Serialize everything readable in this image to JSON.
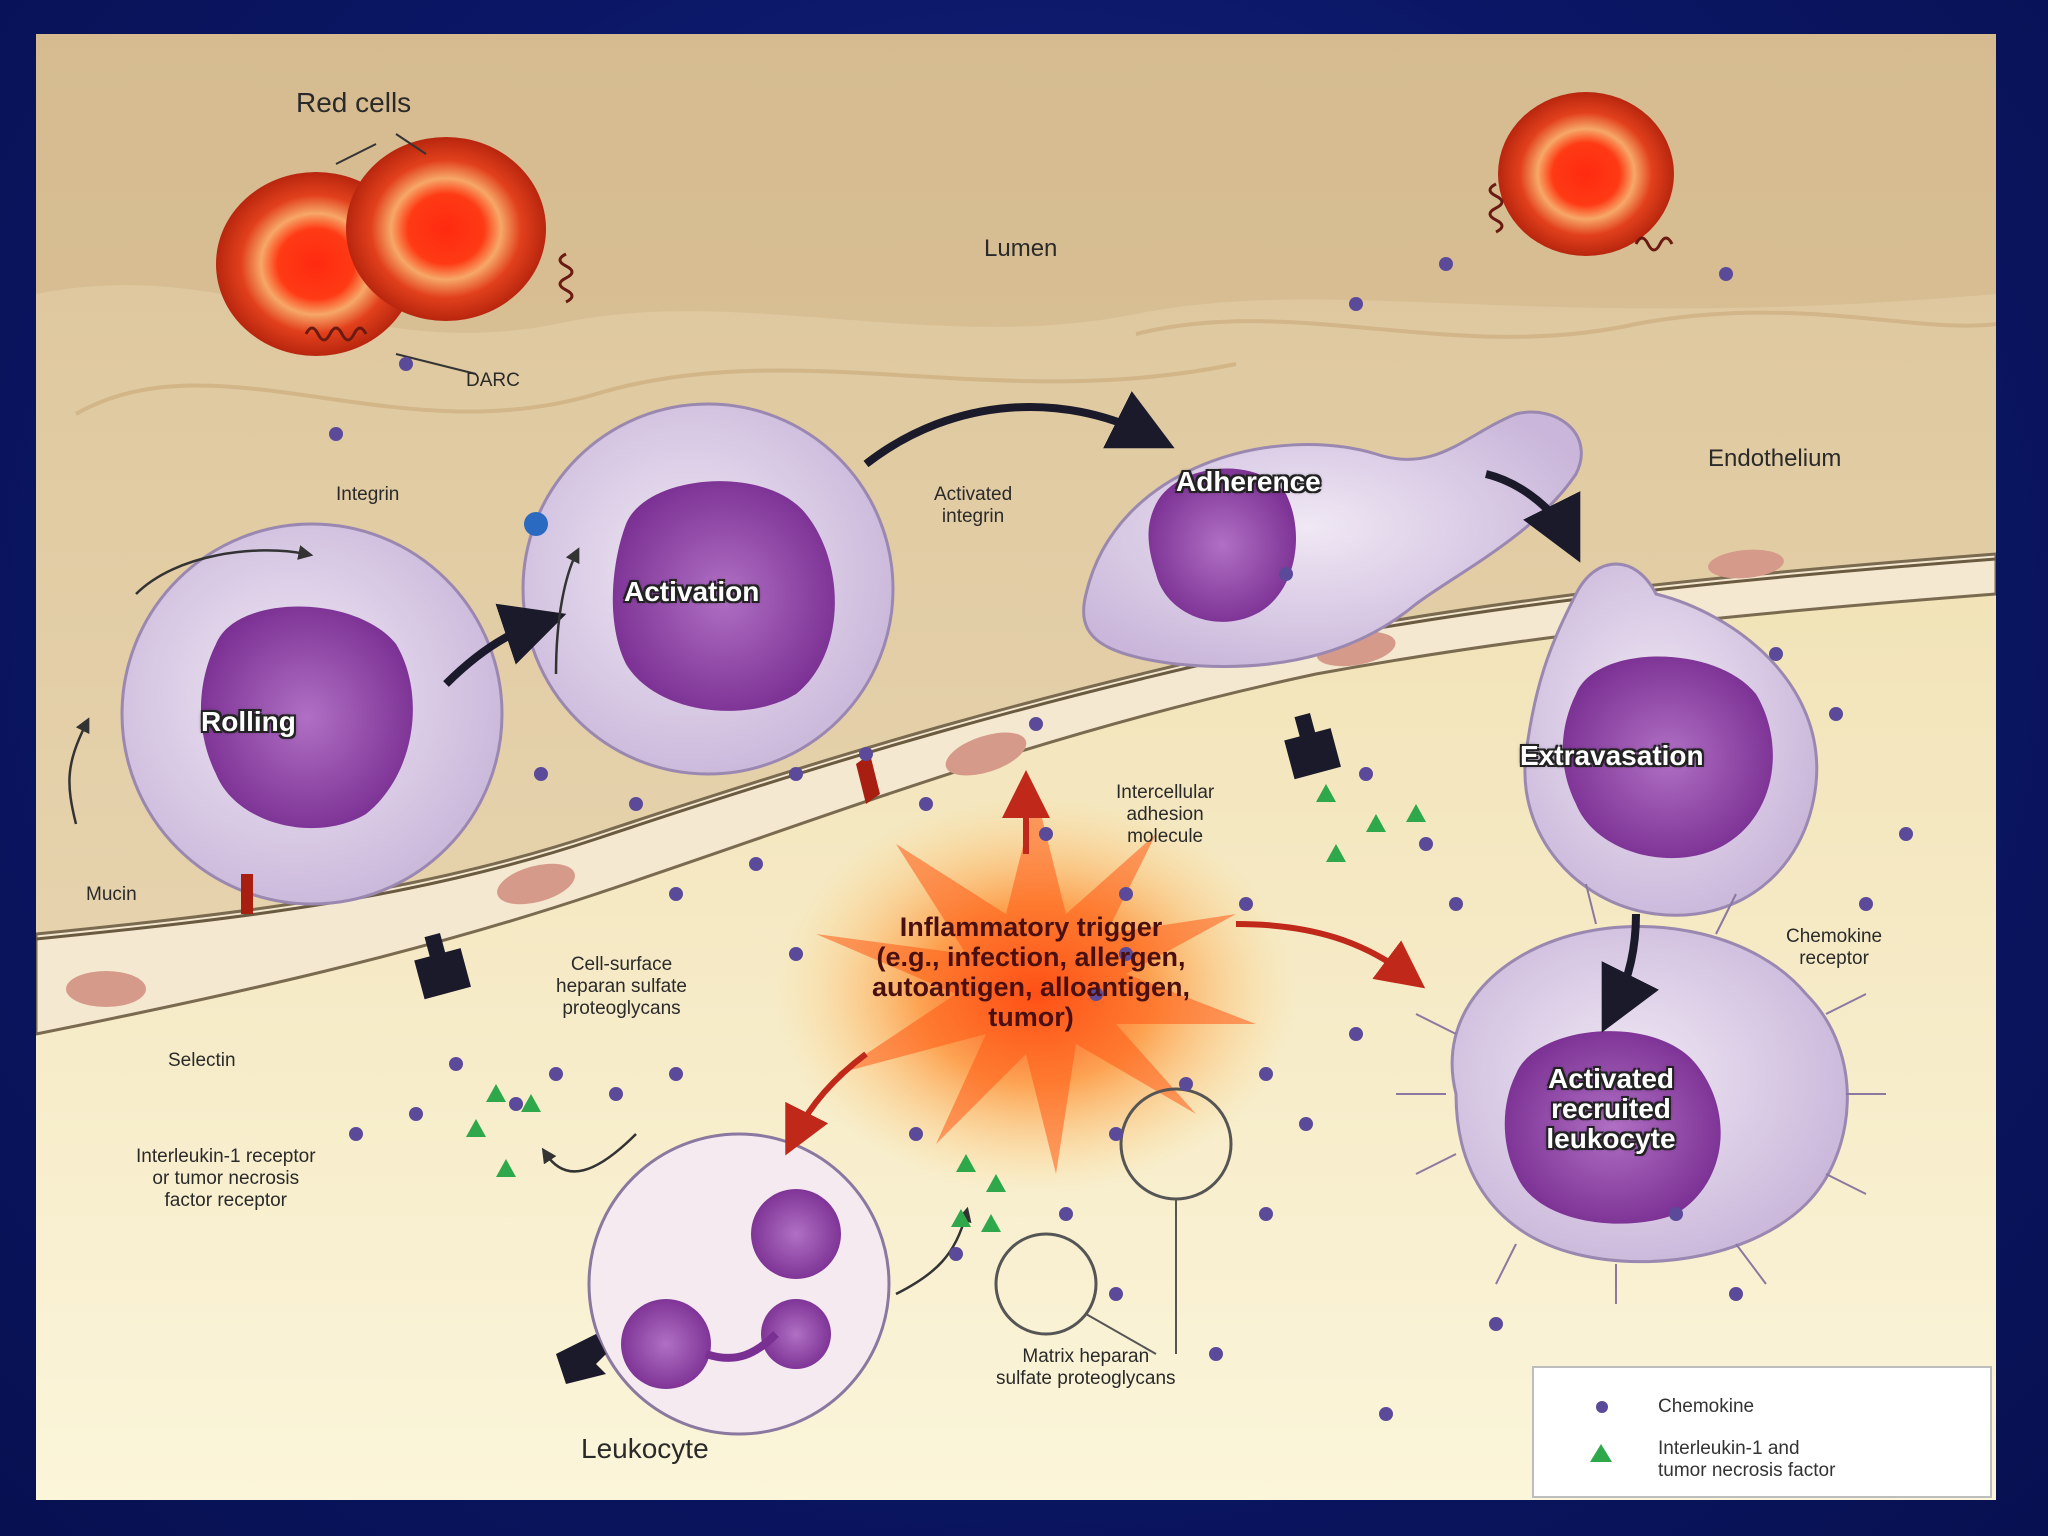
{
  "labels": {
    "red_cells": "Red cells",
    "lumen": "Lumen",
    "darc": "DARC",
    "endothelium": "Endothelium",
    "integrin": "Integrin",
    "activated_integrin": "Activated\nintegrin",
    "mucin": "Mucin",
    "selectin": "Selectin",
    "il1_receptor": "Interleukin-1 receptor\nor tumor necrosis\nfactor receptor",
    "cell_surface_hspg": "Cell-surface\nheparan sulfate\nproteoglycans",
    "icam": "Intercellular\nadhesion\nmolecule",
    "chemokine_receptor": "Chemokine\nreceptor",
    "matrix_hspg": "Matrix heparan\nsulfate proteoglycans",
    "leukocyte": "Leukocyte"
  },
  "stages": {
    "rolling": "Rolling",
    "activation": "Activation",
    "adherence": "Adherence",
    "extravasation": "Extravasation",
    "activated_recruited": "Activated\nrecruited\nleukocyte"
  },
  "trigger": "Inflammatory trigger\n(e.g., infection, allergen,\nautoantigen, alloantigen,\ntumor)",
  "legend": {
    "chemokine": "Chemokine",
    "il1_tnf": "Interleukin-1 and\ntumor necrosis factor"
  },
  "colors": {
    "slide_background": "#0b1766",
    "chemokine": "#5b4a9a",
    "il1_tnf": "#2ea84a",
    "red_cell": "#d8361a",
    "leukocyte_body": "#ddd0ea",
    "nucleus": "#8a3ea0"
  }
}
